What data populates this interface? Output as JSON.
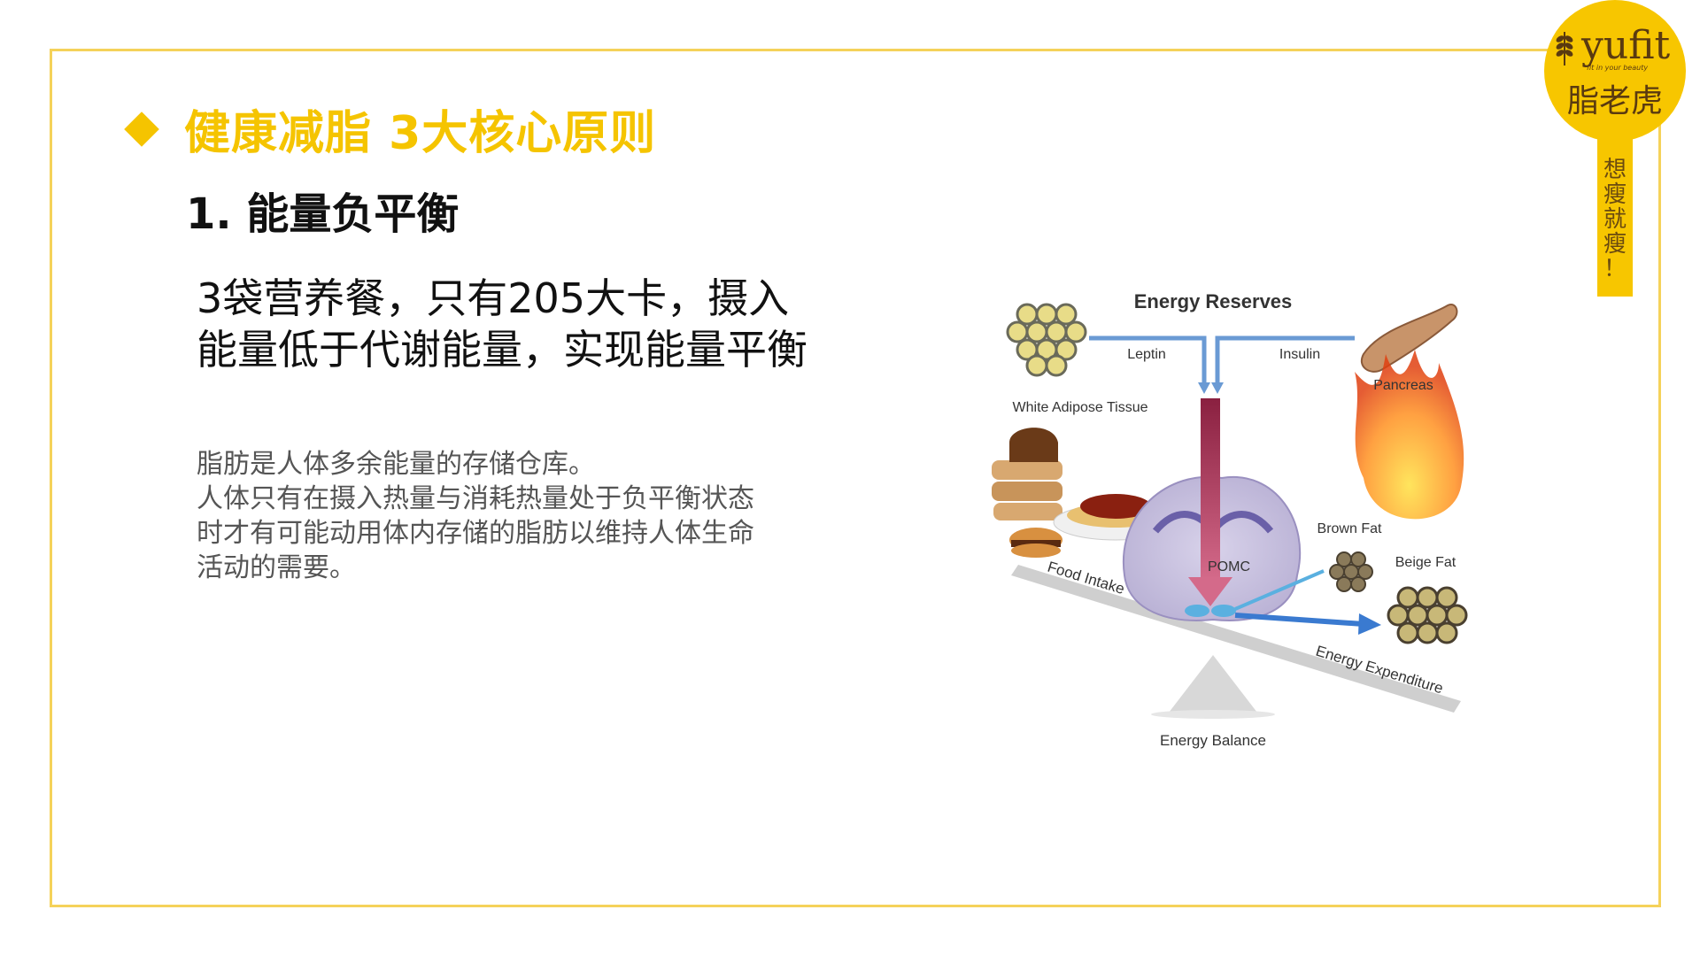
{
  "heading": "健康减脂 3大核心原则",
  "subheading": "1. 能量负平衡",
  "main_text": [
    "3袋营养餐，只有205大卡，摄入",
    "能量低于代谢能量，实现能量平衡"
  ],
  "body_text": [
    "脂肪是人体多余能量的存储仓库。",
    "人体只有在摄入热量与消耗热量处于负平衡状态",
    "时才有可能动用体内存储的脂肪以维持人体生命",
    "活动的需要。"
  ],
  "badge": {
    "brand": "yufit",
    "brand_sub": "fit in your beauty",
    "brand_cn": "脂老虎",
    "slogan": [
      "想",
      "瘦",
      "就",
      "瘦",
      "！"
    ]
  },
  "diagram": {
    "title": "Energy Reserves",
    "leptin": "Leptin",
    "insulin": "Insulin",
    "white_adipose": "White Adipose Tissue",
    "pancreas": "Pancreas",
    "brown_fat": "Brown Fat",
    "beige_fat": "Beige Fat",
    "pomc": "POMC",
    "food_intake": "Food Intake",
    "energy_expenditure": "Energy Expenditure",
    "energy_balance": "Energy Balance"
  },
  "colors": {
    "accent": "#f5c400",
    "frame": "#f5d25a"
  }
}
